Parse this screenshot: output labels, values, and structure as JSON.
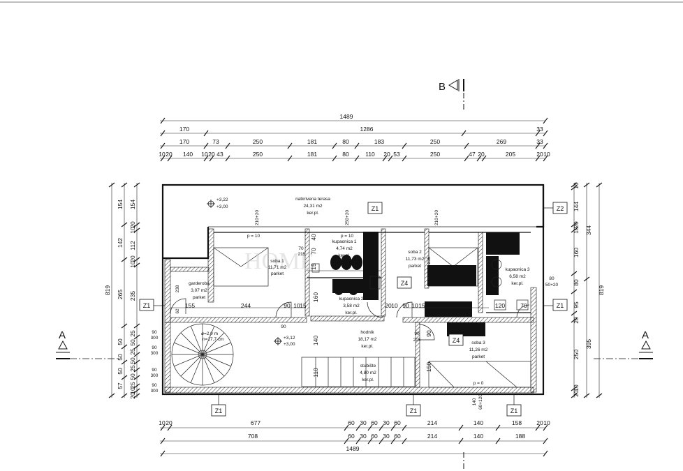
{
  "section_marks": {
    "b": "B",
    "a_left": "A",
    "a_right": "A"
  },
  "dims_top": {
    "total": "1489",
    "row2": [
      "170",
      "1286",
      "33"
    ],
    "row3": [
      "170",
      "73",
      "250",
      "181",
      "80",
      "183",
      "250",
      "269",
      "33"
    ],
    "row4": [
      "10",
      "20",
      "140",
      "10",
      "20",
      "43",
      "250",
      "181",
      "80",
      "110",
      "20",
      "53",
      "250",
      "47",
      "20",
      "205",
      "20",
      "10"
    ]
  },
  "dims_bottom": {
    "row1": [
      "10",
      "20",
      "677",
      "60",
      "30",
      "60",
      "30",
      "60",
      "214",
      "140",
      "158",
      "20",
      "10"
    ],
    "row2": [
      "708",
      "60",
      "30",
      "60",
      "30",
      "60",
      "214",
      "140",
      "188"
    ],
    "total": "1489"
  },
  "dims_left": {
    "total": "819",
    "col2": [
      "154",
      "142",
      "265",
      "50",
      "50",
      "50",
      "57"
    ],
    "col3": [
      "154",
      "20",
      "10",
      "112",
      "20",
      "10",
      "235",
      "25",
      "50",
      "25",
      "50",
      "25",
      "50",
      "25",
      "10",
      "20"
    ]
  },
  "dims_right": {
    "total": "819",
    "col2": [
      "344",
      "395"
    ],
    "col3": [
      "10",
      "144",
      "20",
      "10",
      "160",
      "80",
      "95",
      "20",
      "250",
      "10",
      "20"
    ]
  },
  "levels": {
    "terrace": [
      "+3,22",
      "+3,00"
    ],
    "stair": [
      "+3,12",
      "+3,00"
    ]
  },
  "rooms": [
    {
      "name": "natkrivena terasa",
      "area": "24,31 m2",
      "floor": "ker.pl."
    },
    {
      "name": "soba 1",
      "area": "11,71 m2",
      "floor": "parket"
    },
    {
      "name": "garderoba",
      "area": "3,07 m2",
      "floor": "parket"
    },
    {
      "name": "kupaonica 1",
      "area": "4,74 m2",
      "floor": "ker.pl."
    },
    {
      "name": "kupaonica 2",
      "area": "3,58 m2",
      "floor": "ker.pl."
    },
    {
      "name": "soba 2",
      "area": "11,73 m2",
      "floor": "parket"
    },
    {
      "name": "kupaonica 3",
      "area": "6,58 m2",
      "floor": "ker.pl."
    },
    {
      "name": "hodnik",
      "area": "18,17 m2",
      "floor": "ker.pl."
    },
    {
      "name": "stubište",
      "area": "4,80 m2",
      "floor": "ker.pl."
    },
    {
      "name": "soba 3",
      "area": "11,26 m2",
      "floor": "parket"
    }
  ],
  "spiral_label": [
    "ø=2,0 m",
    "n=17,7 cm"
  ],
  "inner_dims": [
    "155",
    "244",
    "90",
    "10",
    "15",
    "20",
    "10",
    "90",
    "10",
    "15",
    "120",
    "70",
    "238",
    "62",
    "160",
    "140",
    "110",
    "150",
    "90",
    "90",
    "70",
    "70",
    "40",
    "15",
    "235"
  ],
  "small_notes": [
    "p = 10",
    "p = 10",
    "p = 0",
    "80",
    "50+20",
    "140",
    "60+120",
    "90",
    "215",
    "215",
    "210+20",
    "250+20",
    "210+20"
  ],
  "stair_rises": [
    "90",
    "300",
    "90",
    "300",
    "90",
    "300",
    "90",
    "300"
  ],
  "tags": [
    "Z1",
    "Z1",
    "Z1",
    "Z1",
    "Z1",
    "Z1",
    "Z2",
    "Z4",
    "Z4"
  ],
  "watermark": "HOME"
}
